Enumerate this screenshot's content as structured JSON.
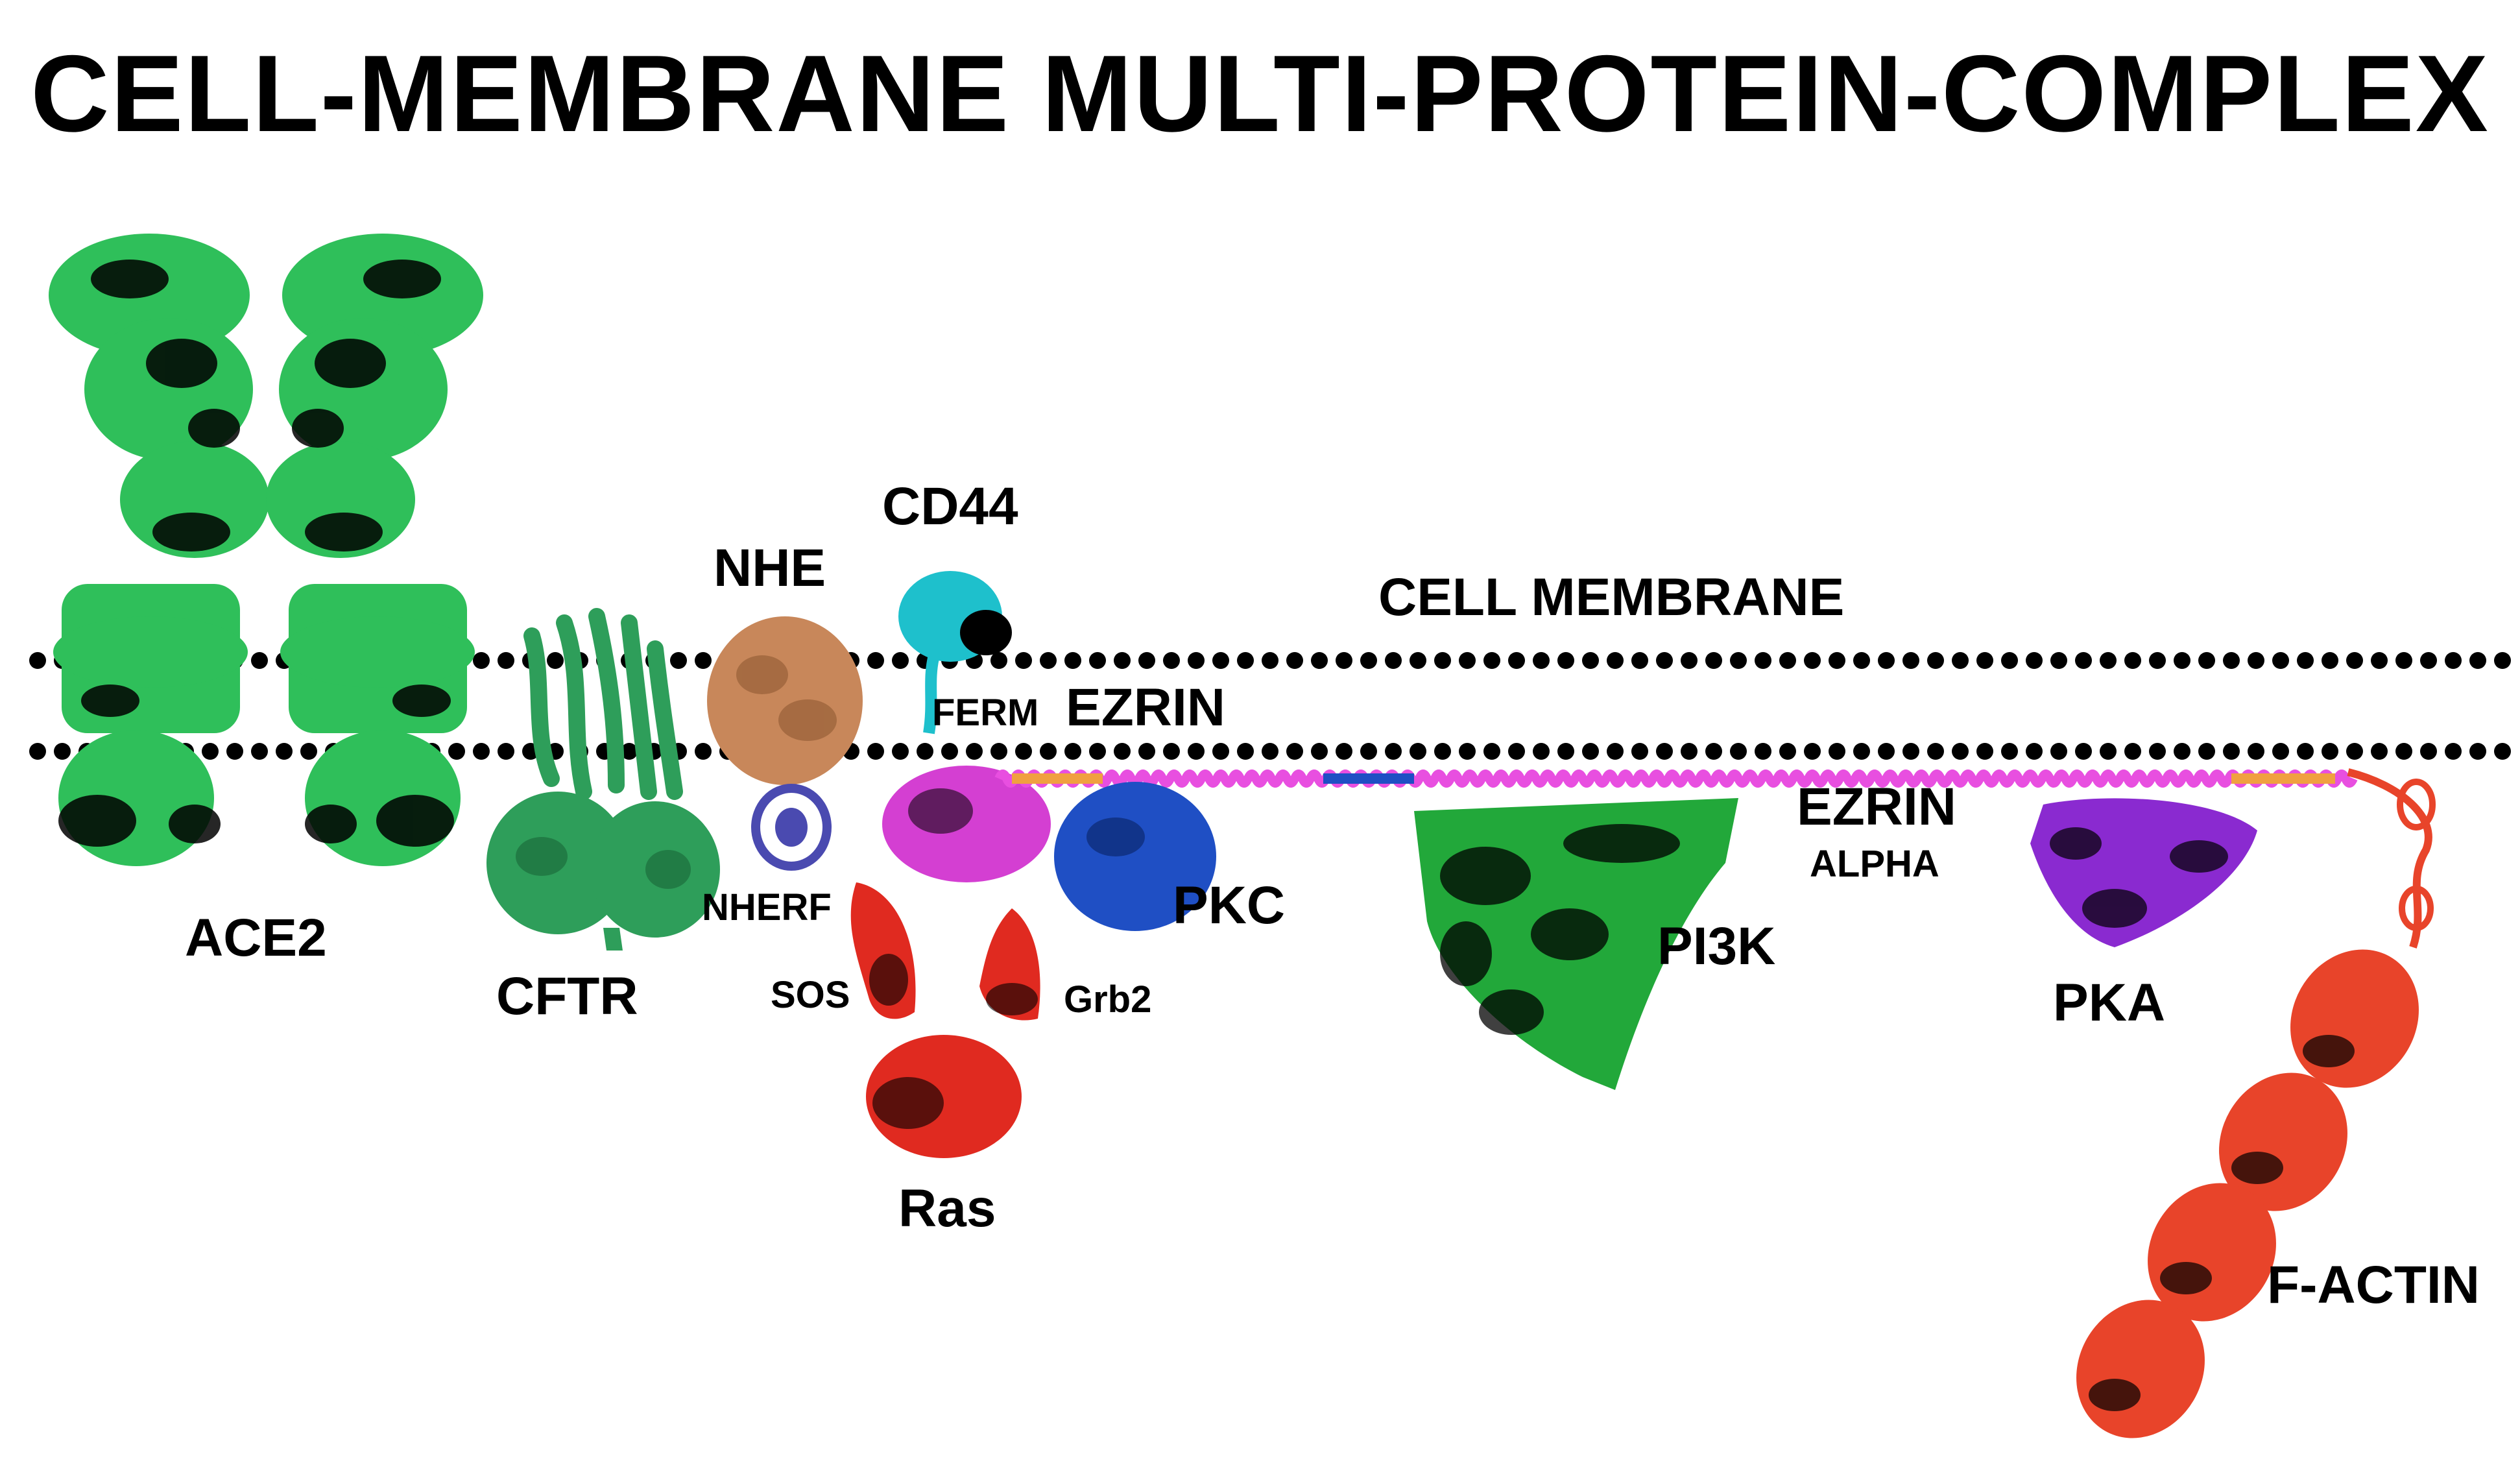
{
  "title": "CELL-MEMBRANE MULTI-PROTEIN-COMPLEX",
  "labels": {
    "ace2": "ACE2",
    "cftr": "CFTR",
    "nhe": "NHE",
    "cd44": "CD44",
    "nherf": "NHERF",
    "ferm": "FERM",
    "ezrin_top": "EZRIN",
    "cell_membrane": "CELL MEMBRANE",
    "pkc": "PKC",
    "sos": "SOS",
    "grb2": "Grb2",
    "ras": "Ras",
    "pi3k": "PI3K",
    "ezrin_alpha_1": "EZRIN",
    "ezrin_alpha_2": "ALPHA",
    "pka": "PKA",
    "f_actin": "F-ACTIN"
  },
  "colors": {
    "ace2": "#2fbf5a",
    "cftr": "#2e9e5a",
    "nhe": "#c8875a",
    "cd44": "#1ec0cc",
    "nherf": "#4a4ab0",
    "ferm": "#d43fd2",
    "pkc": "#1f4fc4",
    "sos_grb2_ras": "#e02a20",
    "pi3k": "#22a83a",
    "ezrin_alpha_helix": "#e84fe0",
    "ezrin_alpha_segment": "#f0a040",
    "pka": "#8a2ad0",
    "f_actin": "#e8442a",
    "membrane_dots": "#000000"
  },
  "icons": {
    "ace2": "ace2-protein-structure-icon",
    "cftr": "cftr-protein-structure-icon",
    "nhe": "nhe-protein-structure-icon",
    "cd44": "cd44-protein-structure-icon",
    "nherf": "nherf-protein-structure-icon",
    "ferm": "ferm-domain-structure-icon",
    "pkc": "pkc-protein-structure-icon",
    "sos": "sos-protein-structure-icon",
    "grb2": "grb2-protein-structure-icon",
    "ras": "ras-protein-structure-icon",
    "pi3k": "pi3k-protein-structure-icon",
    "ezrin_alpha": "ezrin-alpha-helix-icon",
    "pka": "pka-protein-structure-icon",
    "f_actin": "f-actin-filament-icon"
  }
}
